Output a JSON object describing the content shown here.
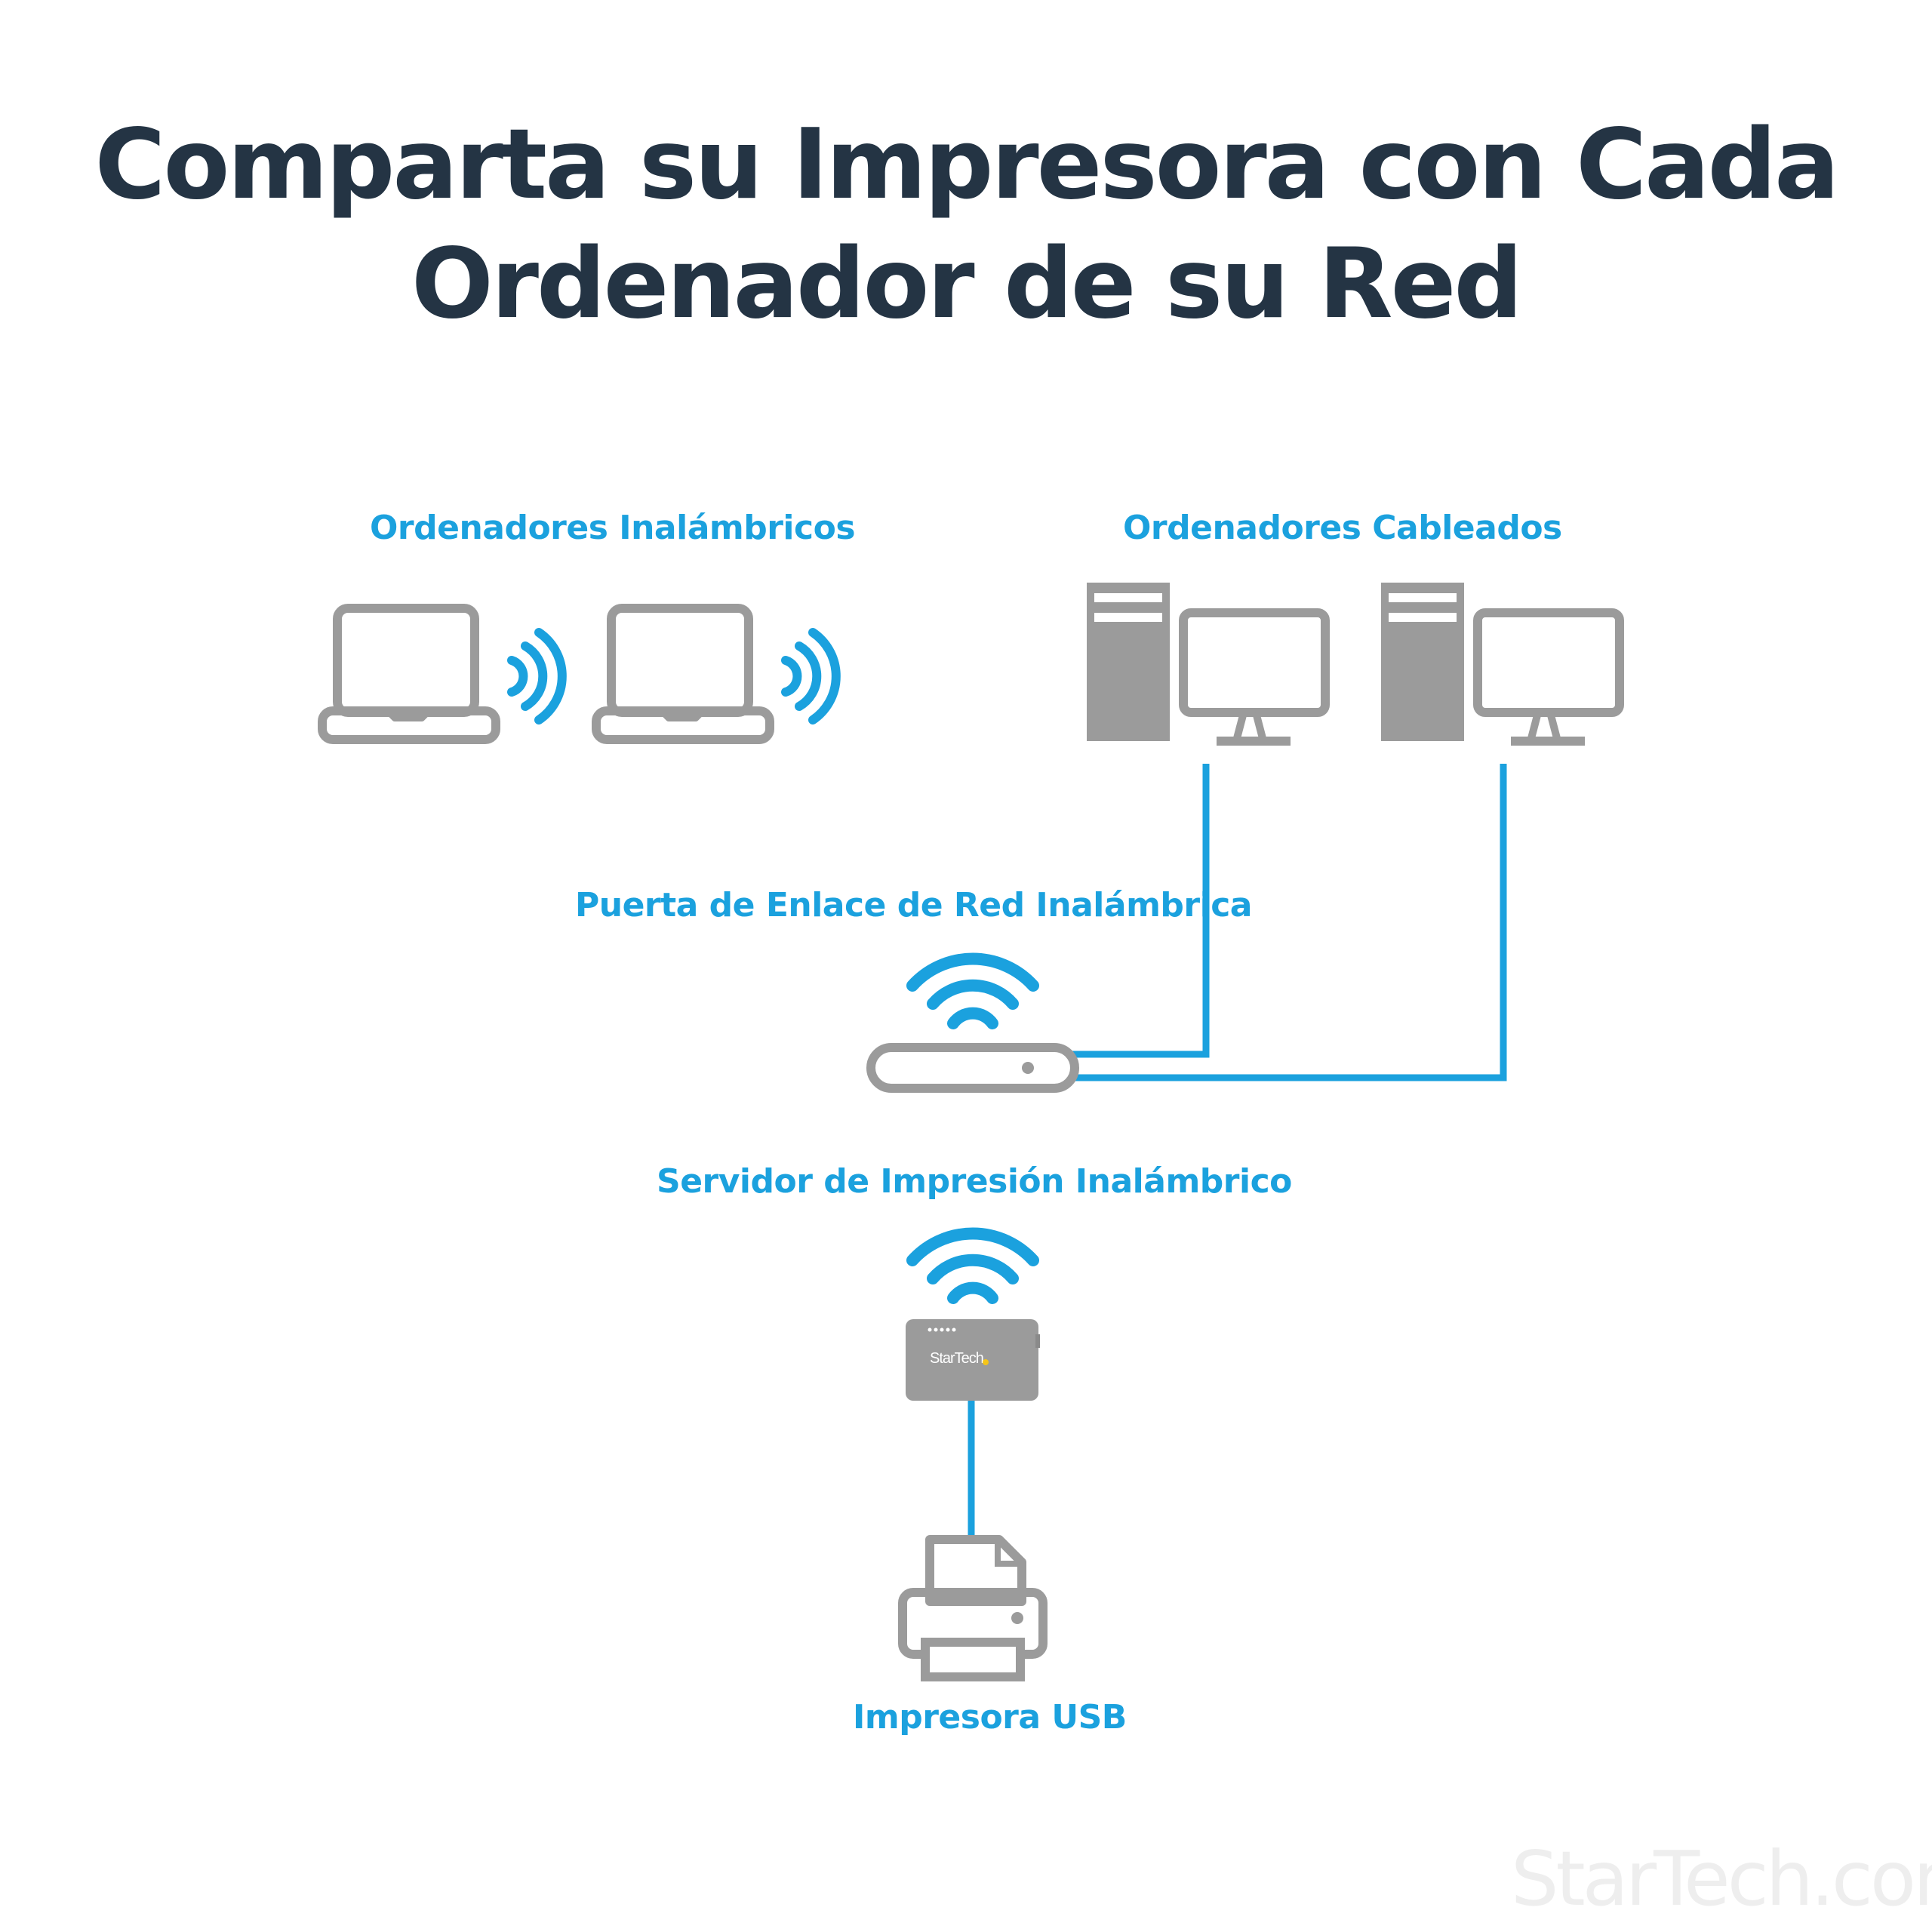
{
  "title": {
    "line1": "Comparta su Impresora con Cada",
    "line2": "Ordenador de su Red"
  },
  "labels": {
    "wireless_computers": "Ordenadores Inalámbricos",
    "wired_computers": "Ordenadores Cableados",
    "gateway": "Puerta de Enlace de Red Inalámbrica",
    "print_server": "Servidor de Impresión Inalámbrico",
    "printer": "Impresora USB"
  },
  "device": {
    "brand_label": "StarTech"
  },
  "watermark": "StarTech.com",
  "colors": {
    "title": "#243444",
    "accent": "#1ba1de",
    "icon_gray": "#9b9b9b"
  },
  "icons": {
    "laptop": "laptop-icon",
    "desktop": "desktop-computer-icon",
    "router": "router-icon",
    "wifi": "wifi-icon",
    "print_server": "print-server-icon",
    "printer": "printer-icon"
  }
}
